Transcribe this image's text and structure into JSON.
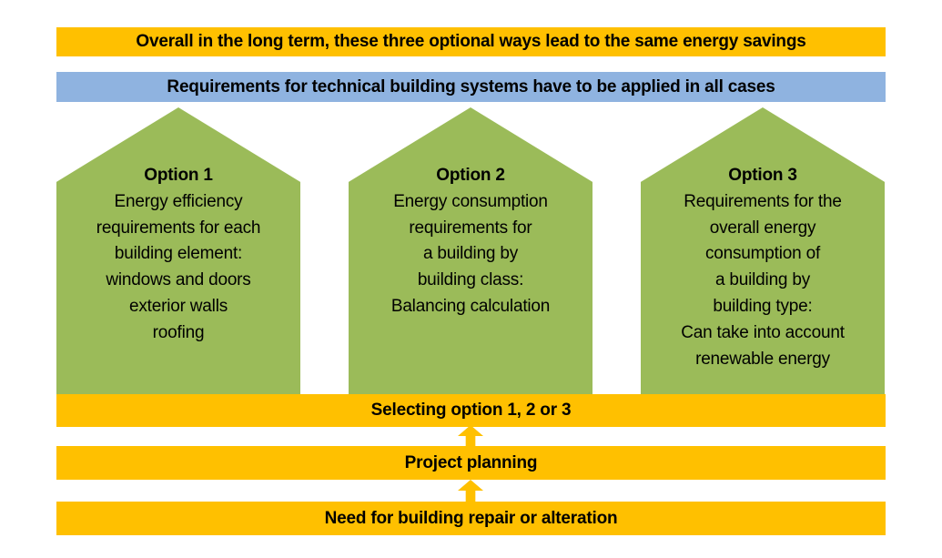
{
  "colors": {
    "gold": "#FFC000",
    "blue": "#8FB3E0",
    "green": "#9BBB59",
    "text": "#000000",
    "background": "#FFFFFF"
  },
  "banners": {
    "top": "Overall in the long term, these three optional ways lead to the same energy savings",
    "requirements": "Requirements for technical building systems have to be applied in all cases",
    "selecting": "Selecting option 1, 2 or 3",
    "planning": "Project planning",
    "need": "Need for building repair or alteration"
  },
  "options": [
    {
      "title": "Option 1",
      "lines": [
        "Energy efficiency",
        "requirements for each",
        "building element:",
        "windows and doors",
        "exterior walls",
        "roofing"
      ]
    },
    {
      "title": "Option 2",
      "lines": [
        "Energy consumption",
        "requirements for",
        "a building by",
        "building class:",
        "Balancing calculation"
      ]
    },
    {
      "title": "Option 3",
      "lines": [
        "Requirements for the",
        "overall energy",
        "consumption of",
        "a building by",
        "building type:",
        "Can take into account",
        "renewable energy"
      ]
    }
  ],
  "icons": {
    "up_arrow": "upward flow arrow"
  }
}
